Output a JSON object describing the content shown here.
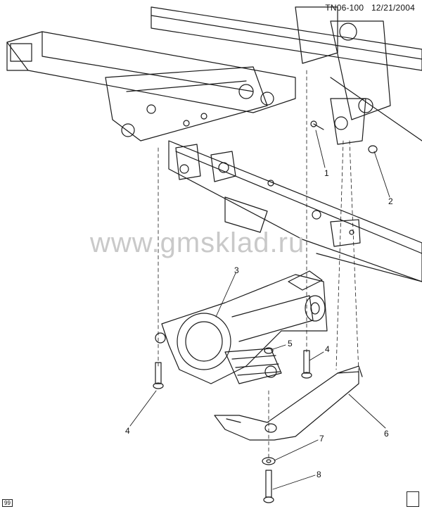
{
  "diagram": {
    "doc_id": "TN06-100",
    "date": "12/21/2004",
    "watermark": "www.gmsklad.ru",
    "corner_tag": "99",
    "callouts": [
      "1",
      "2",
      "3",
      "4",
      "4",
      "5",
      "6",
      "7",
      "8"
    ]
  }
}
